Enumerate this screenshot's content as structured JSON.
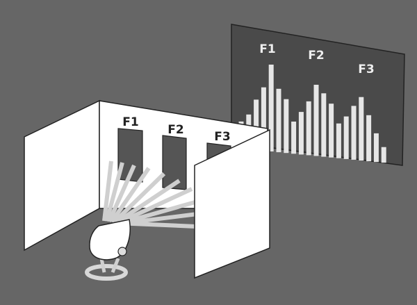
{
  "colors": {
    "background": "#666666",
    "screen": "#4a4a4a",
    "bars": "#e6e6e6",
    "walls": "#ffffff",
    "windows": "#555555",
    "beams": "#cfcfcf",
    "outline": "#222222"
  },
  "front_wall": {
    "window_labels": [
      "F1",
      "F2",
      "F3"
    ]
  },
  "projection": {
    "labels": [
      "F1",
      "F2",
      "F3"
    ],
    "bar_levels": [
      0.31,
      0.4,
      0.58,
      0.73,
      1.0,
      0.73,
      0.62,
      0.37,
      0.49,
      0.62,
      0.82,
      0.73,
      0.62,
      0.4,
      0.49,
      0.62,
      0.73,
      0.53,
      0.33,
      0.18
    ]
  }
}
